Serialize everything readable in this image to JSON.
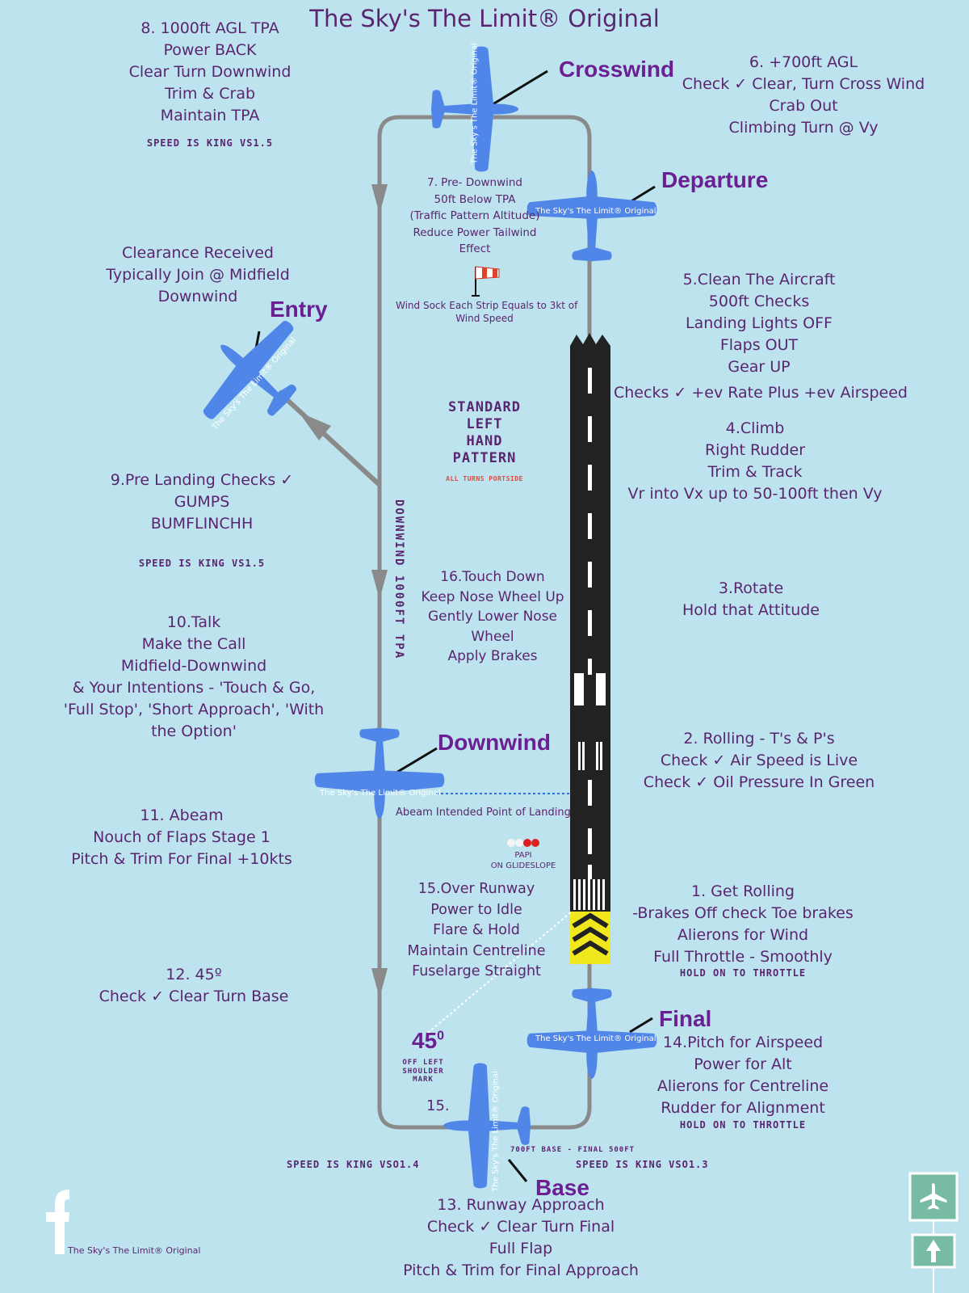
{
  "title": "The Sky's The Limit® Original",
  "brand": "The Sky's The Limit® Original",
  "colors": {
    "background": "#bde4ee",
    "text": "#5a2570",
    "legs": "#6b1f93",
    "plane": "#4f86e8",
    "pattern": "#8a8a8a",
    "runway": "#222222"
  },
  "legs": {
    "crosswind": "Crosswind",
    "departure": "Departure",
    "entry": "Entry",
    "downwind": "Downwind",
    "final": "Final",
    "base": "Base"
  },
  "step1": {
    "l1": "1. Get Rolling",
    "l2": "-Brakes Off check Toe brakes",
    "l3": "Alierons for Wind",
    "l4": "Full Throttle - Smoothly",
    "caps": "HOLD ON TO THROTTLE"
  },
  "step2": {
    "l1": "2. Rolling - T's & P's",
    "l2": "Check ✓ Air Speed is Live",
    "l3": "Check ✓ Oil Pressure In Green"
  },
  "step3": {
    "l1": "3.Rotate",
    "l2": "Hold that Attitude"
  },
  "step4": {
    "l1": "4.Climb",
    "l2": "Right Rudder",
    "l3": "Trim & Track",
    "l4": "Vr into Vx up to 50-100ft then Vy"
  },
  "step5": {
    "l1": "5.Clean The Aircraft",
    "l2": "500ft Checks",
    "l3": "Landing Lights OFF",
    "l4": "Flaps OUT",
    "l5": "Gear UP",
    "l6": "Checks ✓ +ev Rate Plus +ev Airspeed"
  },
  "step6": {
    "l1": "6. +700ft AGL",
    "l2": "Check ✓ Clear, Turn Cross Wind",
    "l3": "Crab Out",
    "l4": "Climbing Turn @ Vy"
  },
  "step7": {
    "l1": "7. Pre- Downwind",
    "l2": "50ft Below TPA",
    "l3": "(Traffic Pattern Altitude)",
    "l4": "Reduce Power Tailwind",
    "l5": "Effect"
  },
  "windsock": {
    "l1": "Wind Sock Each Strip Equals to 3kt of",
    "l2": "Wind Speed"
  },
  "step8": {
    "l1": "8. 1000ft AGL TPA",
    "l2": "Power BACK",
    "l3": "Clear Turn Downwind",
    "l4": "Trim & Crab",
    "l5": "Maintain TPA",
    "caps": "SPEED IS KING VS1.5"
  },
  "entry_note": {
    "l1": "Clearance Received",
    "l2": "Typically Join @ Midfield",
    "l3": "Downwind"
  },
  "step9": {
    "l1": "9.Pre Landing Checks ✓",
    "l2": "GUMPS",
    "l3": "BUMFLINCHH",
    "caps": "SPEED IS KING VS1.5"
  },
  "step10": {
    "l1": "10.Talk",
    "l2": "Make the Call",
    "l3": "Midfield-Downwind",
    "l4": "& Your Intentions - 'Touch & Go,",
    "l5": "'Full Stop', 'Short Approach', 'With",
    "l6": "the Option'"
  },
  "step11": {
    "l1": "11. Abeam",
    "l2": "Nouch of Flaps Stage 1",
    "l3": "Pitch & Trim For Final +10kts"
  },
  "step12": {
    "l1": "12. 45º",
    "l2": "Check ✓ Clear Turn Base"
  },
  "step13": {
    "l1": "13. Runway Approach",
    "l2": "Check ✓ Clear Turn Final",
    "l3": "Full Flap",
    "l4": "Pitch & Trim for Final Approach"
  },
  "step14": {
    "l1": "14.Pitch for Airspeed",
    "l2": "Power for Alt",
    "l3": "Alierons for Centreline",
    "l4": "Rudder for Alignment",
    "caps": "HOLD ON TO THROTTLE"
  },
  "step15": {
    "l1": "15.Over Runway",
    "l2": "Power to Idle",
    "l3": "Flare & Hold",
    "l4": "Maintain Centreline",
    "l5": "Fuselarge Straight"
  },
  "step15_marker": "15.",
  "step16": {
    "l1": "16.Touch Down",
    "l2": "Keep Nose Wheel Up",
    "l3": "Gently Lower Nose",
    "l4": "Wheel",
    "l5": "Apply Brakes"
  },
  "standard": {
    "l1": "STANDARD",
    "l2": "LEFT",
    "l3": "HAND",
    "l4": "PATTERN",
    "sub": "ALL TURNS PORTSIDE"
  },
  "downwind_tpa": "DOWNWIND 1000FT TPA",
  "abeam": "Abeam Intended Point of Landing",
  "papi": {
    "l1": "PAPI",
    "l2": "ON GLIDESLOPE"
  },
  "mark45": {
    "deg": "45",
    "sup": "0",
    "l1": "OFF LEFT",
    "l2": "SHOULDER",
    "l3": "MARK"
  },
  "speeds": {
    "base": "SPEED IS KING VSO1.4",
    "final": "SPEED IS KING VSO1.3",
    "altitudes": "700FT BASE  - FINAL 500FT"
  },
  "icons": [
    "airplane-icon",
    "facebook-icon",
    "arrow-up-icon"
  ]
}
